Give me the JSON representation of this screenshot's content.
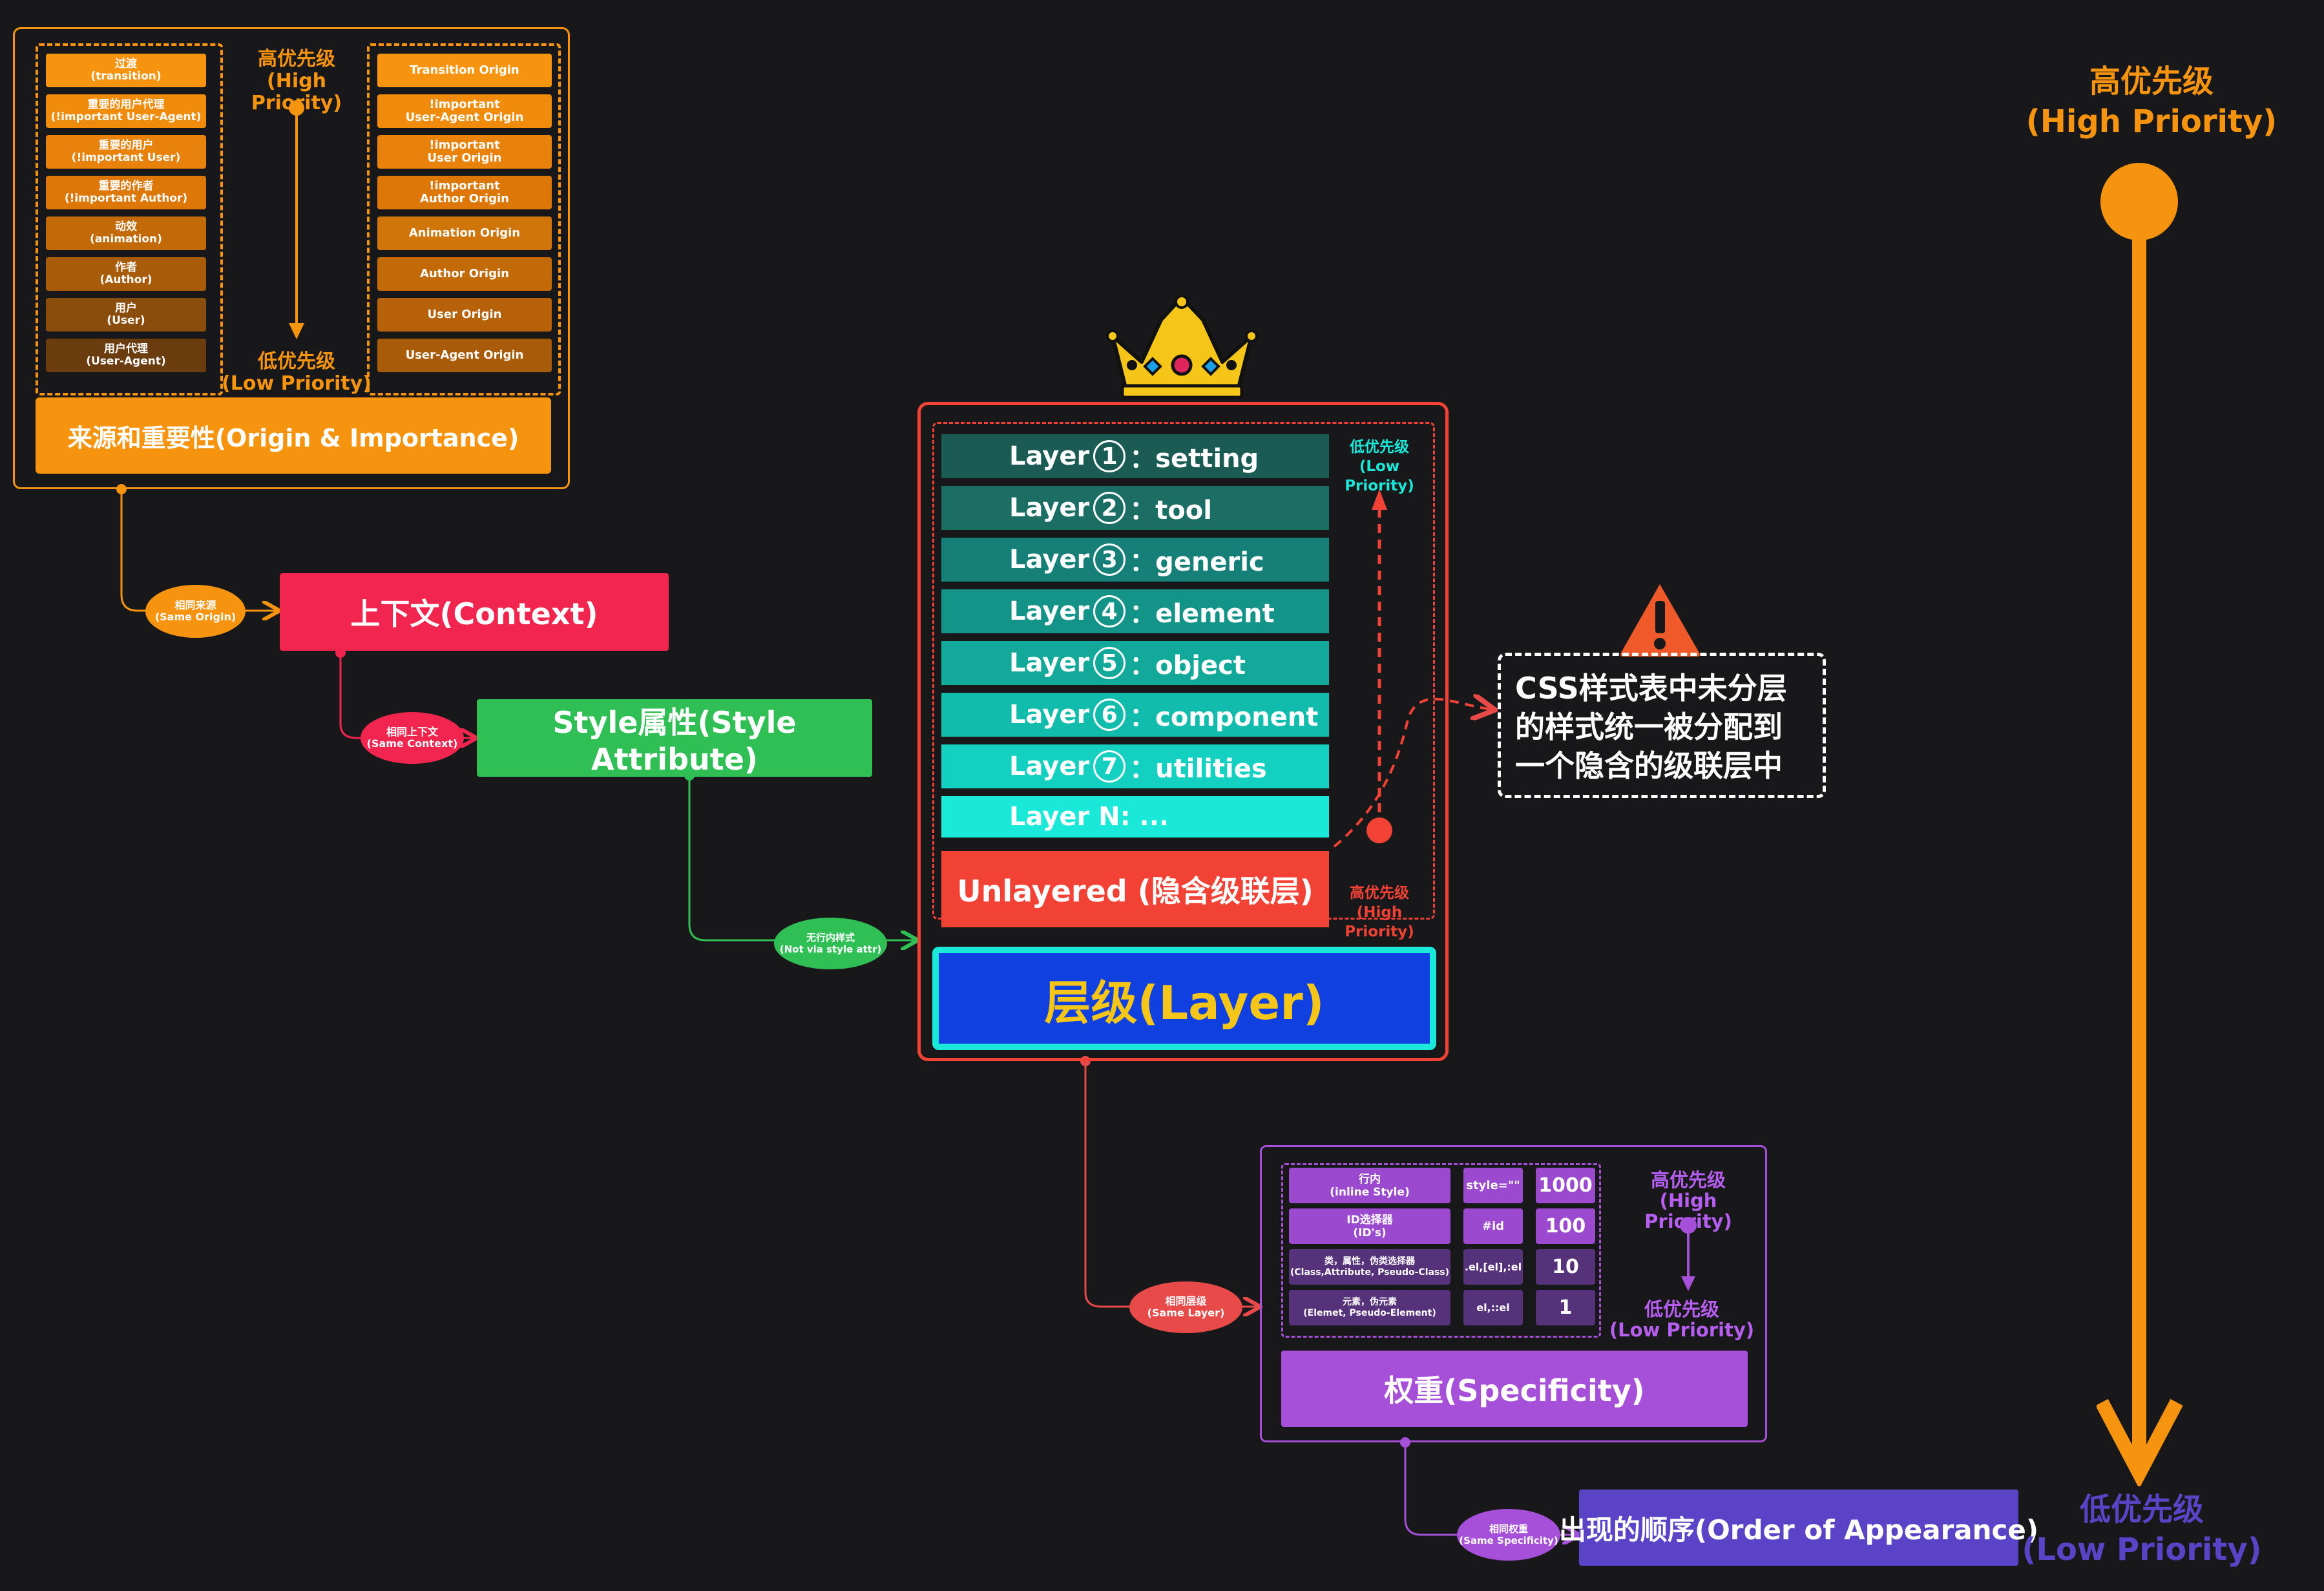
{
  "origin": {
    "title": "来源和重要性(Origin & Importance)",
    "left_items": [
      {
        "l1": "过渡",
        "l2": "(transition)"
      },
      {
        "l1": "重要的用户代理",
        "l2": "(!important User-Agent)"
      },
      {
        "l1": "重要的用户",
        "l2": "(!important User)"
      },
      {
        "l1": "重要的作者",
        "l2": "(!important Author)"
      },
      {
        "l1": "动效",
        "l2": "(animation)"
      },
      {
        "l1": "作者",
        "l2": "(Author)"
      },
      {
        "l1": "用户",
        "l2": "(User)"
      },
      {
        "l1": "用户代理",
        "l2": "(User-Agent)"
      }
    ],
    "right_items": [
      {
        "l1": "Transition Origin",
        "l2": ""
      },
      {
        "l1": "!important",
        "l2": "User-Agent Origin"
      },
      {
        "l1": "!important",
        "l2": "User Origin"
      },
      {
        "l1": "!important",
        "l2": "Author Origin"
      },
      {
        "l1": "Animation Origin",
        "l2": ""
      },
      {
        "l1": "Author Origin",
        "l2": ""
      },
      {
        "l1": "User Origin",
        "l2": ""
      },
      {
        "l1": "User-Agent Origin",
        "l2": ""
      }
    ],
    "high_cn": "高优先级",
    "high_en": "(High Priority)",
    "low_cn": "低优先级",
    "low_en": "(Low Priority)"
  },
  "context": {
    "title": "上下文(Context)"
  },
  "style_attr": {
    "title": "Style属性(Style Attribute)"
  },
  "connectors": {
    "same_origin": {
      "l1": "相同来源",
      "l2": "(Same Origin)"
    },
    "same_context": {
      "l1": "相同上下文",
      "l2": "(Same Context)"
    },
    "not_style": {
      "l1": "无行内样式",
      "l2": "(Not via style attr)"
    },
    "same_layer": {
      "l1": "相同层级",
      "l2": "(Same Layer)"
    },
    "same_spec": {
      "l1": "相同权重",
      "l2": "(Same Specificity)"
    }
  },
  "layers": {
    "rows": [
      {
        "prefix": "Layer",
        "num": "1",
        "name": "：setting",
        "color": "#1a5c53"
      },
      {
        "prefix": "Layer",
        "num": "2",
        "name": "：tool",
        "color": "#1a6e64"
      },
      {
        "prefix": "Layer",
        "num": "3",
        "name": "：generic",
        "color": "#168078"
      },
      {
        "prefix": "Layer",
        "num": "4",
        "name": "：element",
        "color": "#149488"
      },
      {
        "prefix": "Layer",
        "num": "5",
        "name": "：object",
        "color": "#12a89a"
      },
      {
        "prefix": "Layer",
        "num": "6",
        "name": "：component",
        "color": "#12bcac"
      },
      {
        "prefix": "Layer",
        "num": "7",
        "name": "：utilities",
        "color": "#14d0c0"
      }
    ],
    "layer_n": "Layer N: ...",
    "layer_n_color": "#1ae8d8",
    "unlayered": "Unlayered (隐含级联层)",
    "unlayered_color": "#f24236",
    "title": "层级(Layer)",
    "low_cn": "低优先级",
    "low_en": "(Low Priority)",
    "high_cn": "高优先级",
    "high_en": "(High Priority)"
  },
  "note": {
    "lines": [
      "CSS样式表中未分层",
      "的样式统一被分配到",
      "一个隐含的级联层中"
    ]
  },
  "specificity": {
    "title": "权重(Specificity)",
    "rows": [
      {
        "name1": "行内",
        "name2": "(inline Style)",
        "sel": "style=\"\"",
        "weight": "1000"
      },
      {
        "name1": "ID选择器",
        "name2": "(ID's)",
        "sel": "#id",
        "weight": "100"
      },
      {
        "name1": "类，属性，伪类选择器",
        "name2": "(Class,Attribute, Pseudo-Class)",
        "sel": ".el,[el],:el",
        "weight": "10"
      },
      {
        "name1": "元素，伪元素",
        "name2": "(Elemet, Pseudo-Element)",
        "sel": "el,::el",
        "weight": "1"
      }
    ],
    "high_cn": "高优先级",
    "high_en": "(High Priority)",
    "low_cn": "低优先级",
    "low_en": "(Low Priority)"
  },
  "order": {
    "title": "出现的顺序(Order of Appearance)"
  },
  "scale": {
    "high_cn": "高优先级",
    "high_en": "(High Priority)",
    "low_cn": "低优先级",
    "low_en": "(Low Priority)"
  },
  "colors": {
    "orange": "#f7940f",
    "context": "#f2254e",
    "style_attr": "#2fbf55",
    "layer_title": "#1040e0",
    "specificity": "#a64fd8",
    "order": "#5b43c8"
  }
}
